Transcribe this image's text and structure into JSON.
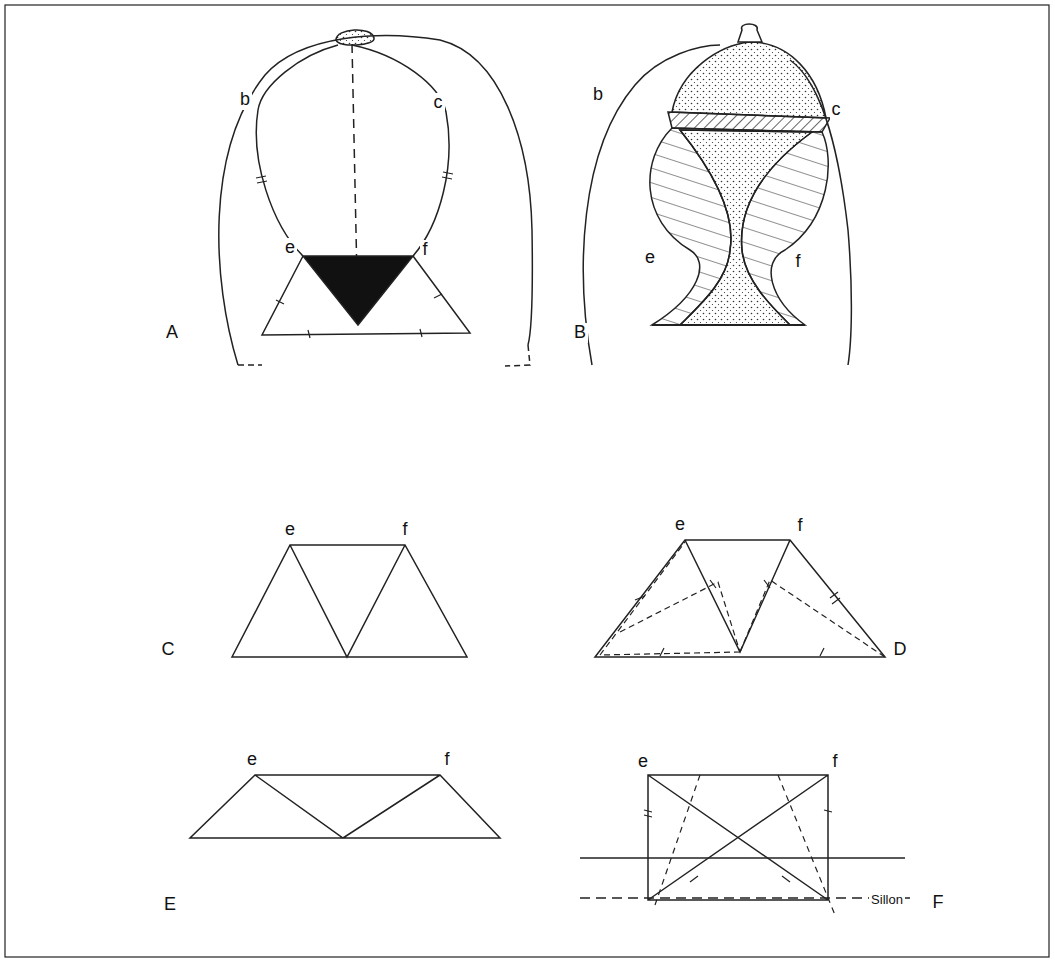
{
  "diagram": {
    "labels": [
      "b",
      "c",
      "e",
      "f",
      "A",
      "b",
      "c",
      "e",
      "f",
      "B",
      "e",
      "f",
      "C",
      "e",
      "f",
      "D",
      "e",
      "f",
      "E",
      "e",
      "f",
      "Sillon",
      "F"
    ]
  }
}
